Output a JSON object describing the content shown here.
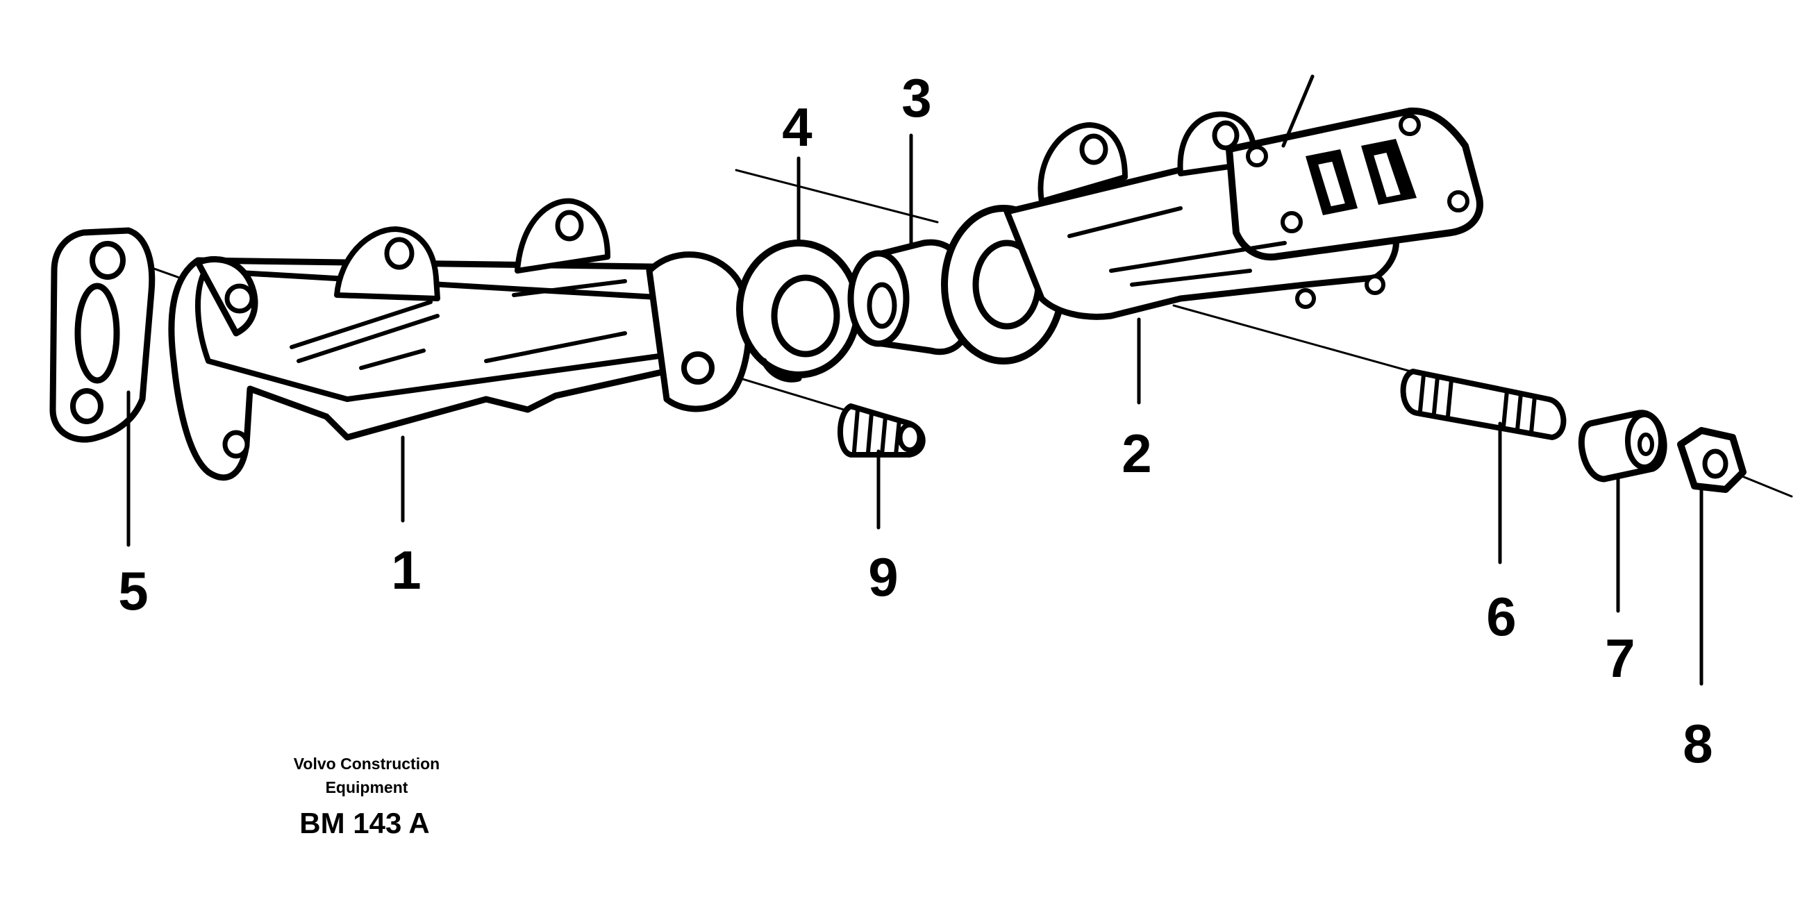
{
  "callouts": {
    "p1": "1",
    "p2": "2",
    "p3": "3",
    "p4": "4",
    "p5": "5",
    "p6": "6",
    "p7": "7",
    "p8": "8",
    "p9": "9"
  },
  "caption": {
    "line1": "Volvo Construction",
    "line2": "Equipment",
    "code": "BM 143 A"
  }
}
